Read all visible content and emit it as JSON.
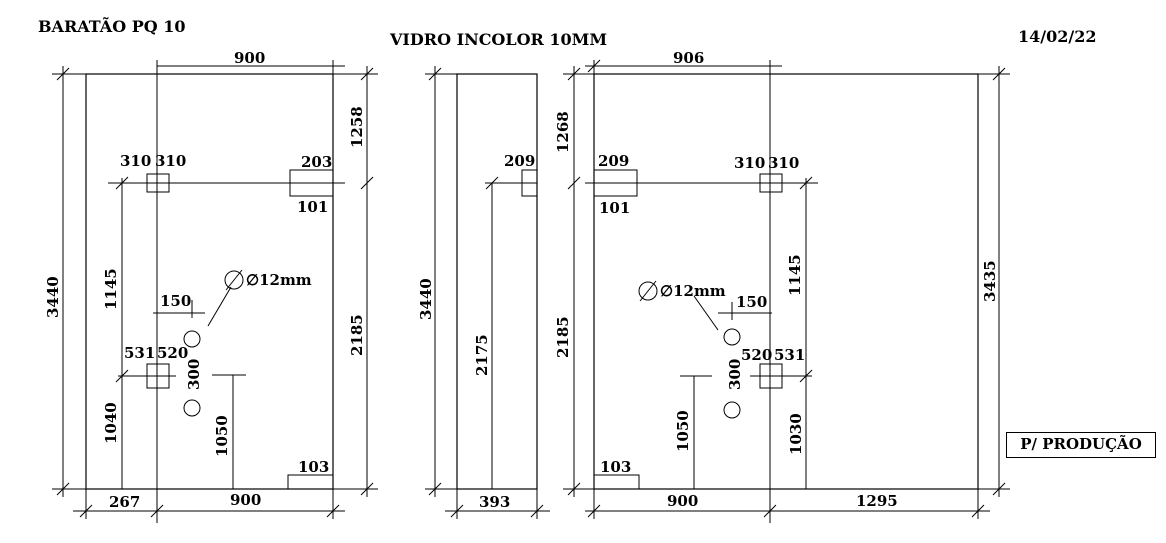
{
  "header": {
    "project": "BARATÃO PQ 10",
    "material": "VIDRO INCOLOR 10MM",
    "date": "14/02/22"
  },
  "stamp": "P/ PRODUÇÃO",
  "panel_left": {
    "width_top": "900",
    "height_left": "3440",
    "top_to_line": "1258",
    "line_to_bottom": "2185",
    "notch_left_a": "310",
    "notch_left_b": "310",
    "notch_right_w": "203",
    "notch_right_h": "101",
    "dim_1145": "1145",
    "dim_150": "150",
    "hole_label": "∅12mm",
    "dim_531": "531",
    "dim_520": "520",
    "dim_300": "300",
    "dim_1040": "1040",
    "dim_1050": "1050",
    "bottom_notch": "103",
    "bottom_left": "267",
    "bottom_right": "900"
  },
  "panel_middle": {
    "height": "3440",
    "notch": "209",
    "dim_2175": "2175",
    "bottom": "393"
  },
  "panel_right": {
    "width_top": "906",
    "top_to_line": "1268",
    "line_to_bottom": "2185",
    "notch_w": "209",
    "notch_h": "101",
    "notch_a": "310",
    "notch_b": "310",
    "dim_1145": "1145",
    "hole_label": "∅12mm",
    "dim_150": "150",
    "dim_520": "520",
    "dim_531": "531",
    "dim_300": "300",
    "dim_1050": "1050",
    "dim_1030": "1030",
    "bottom_notch": "103",
    "bottom_left": "900",
    "bottom_right": "1295",
    "height_right": "3435"
  }
}
